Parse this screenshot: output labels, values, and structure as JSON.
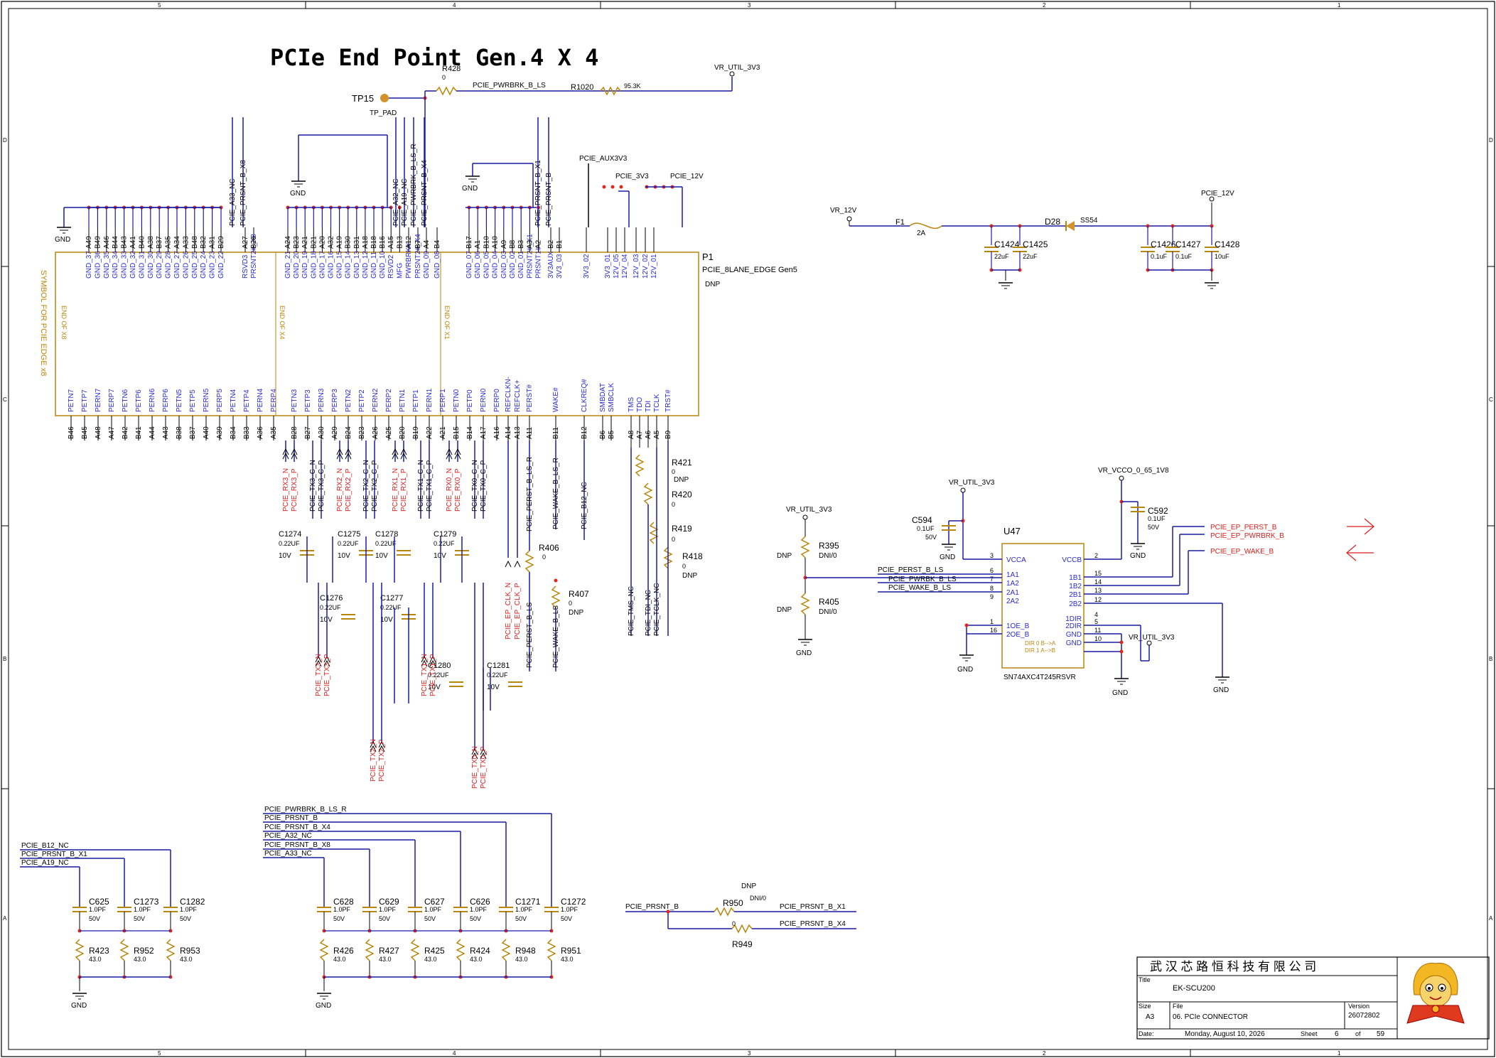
{
  "page_title": "PCIe End Point Gen.4 X 4",
  "border": {
    "cols": [
      "5",
      "4",
      "3",
      "2",
      "1"
    ],
    "rows": [
      "D",
      "C",
      "B",
      "A"
    ]
  },
  "colors": {
    "wire": "#1a1aa6",
    "part": "#b8860b",
    "pin_dot": "#e0261d",
    "net_red": "#d81e1e",
    "text": "#000000",
    "pin_label": "#2a2ad0"
  },
  "top_nets": {
    "r428": "R428",
    "r428_val": "0",
    "pwrbrk_net": "PCIE_PWRBRK_B_LS",
    "r1020": "R1020",
    "r1020_val": "95.3K",
    "vr_util": "VR_UTIL_3V3",
    "tp15": "TP15",
    "tp_pad": "TP_PAD"
  },
  "connector": {
    "ref": "P1",
    "part": "PCIE_8LANE_EDGE Gen5",
    "dnp": "DNP",
    "side_label": "SYMBOL FOR PCIE EDGE x8",
    "end_x8": "END OF X8",
    "end_x4": "END OF X4",
    "end_x1": "END OF X1",
    "top_pins": [
      "A49",
      "B49",
      "A46",
      "B44",
      "B43",
      "A41",
      "B40",
      "A38",
      "B37",
      "A35",
      "A34",
      "A33",
      "B48",
      "B32",
      "A31",
      "B29",
      "A27",
      "B26",
      "A24",
      "B23",
      "A21",
      "B21",
      "A20",
      "A32",
      "A19",
      "B30",
      "B31",
      "A18",
      "B18",
      "B16",
      "A15",
      "B13",
      "A12",
      "B7",
      "A4",
      "B4",
      "B17",
      "A1",
      "B10",
      "A10",
      "A9",
      "B8",
      "B3",
      "A3",
      "A2",
      "B2",
      "B1"
    ],
    "top_pin_names": [
      "GND_37",
      "GND_36",
      "GND_35",
      "GND_34",
      "GND_33",
      "GND_32",
      "GND_31",
      "GND_30",
      "GND_29",
      "GND_28",
      "GND_27",
      "GND_26",
      "GND_25",
      "GND_24",
      "GND_23",
      "GND_22",
      "RSVD3",
      "PRSNT2#_X8",
      "GND_21",
      "GND_20",
      "GND_19",
      "GND_18",
      "GND_17",
      "GND_16",
      "GND_15",
      "GND_14",
      "GND_13",
      "GND_12",
      "GND_11",
      "GND_10",
      "RSVD2",
      "MFG",
      "PWRBRK#",
      "PRSNT2#_X4",
      "GND_09",
      "GND_08",
      "GND_07",
      "GND_06",
      "GND_05",
      "GND_04",
      "GND_03",
      "GND_02",
      "GND_01",
      "PRSNT2#_X1",
      "PRSNT1#",
      "3V3AUX",
      "3V3_03",
      "3V3_02",
      "3V3_01",
      "12V_05",
      "12V_04",
      "12V_03",
      "12V_02",
      "12V_01"
    ],
    "top_nets": [
      "PCIE_A33_NC",
      "PCIE_PRSNT_B_X8",
      "PCIE_A32_NC",
      "PCIE_A19_NC",
      "PCIE_PWRBRK_B_LS_R",
      "PCIE_PRSNT_B_X4",
      "PCIE_PRSNT_B_X1",
      "PCIE_PRSNT_B"
    ],
    "bottom_pin_names": [
      "PETN7",
      "PETP7",
      "PERN7",
      "PERP7",
      "PETN6",
      "PETP6",
      "PERN6",
      "PERP6",
      "PETN5",
      "PETP5",
      "PERN5",
      "PERP5",
      "PETN4",
      "PETP4",
      "PERN4",
      "PERP4",
      "PETN3",
      "PETP3",
      "PERN3",
      "PERP3",
      "PETN2",
      "PETP2",
      "PERN2",
      "PERP2",
      "PETN1",
      "PETP1",
      "PERN1",
      "PERP1",
      "PETN0",
      "PETP0",
      "PERN0",
      "PERP0",
      "REFCLKN-",
      "REFCLK+",
      "PERST#",
      "WAKE#",
      "CLKREQ#",
      "SMBDAT",
      "SMBCLK",
      "TMS",
      "TDO",
      "TDI",
      "TCLK",
      "TRST#"
    ],
    "bottom_pins": [
      "B46",
      "B45",
      "A48",
      "A47",
      "B42",
      "B41",
      "A44",
      "A43",
      "B38",
      "B37",
      "A40",
      "A39",
      "B34",
      "B33",
      "A36",
      "A35",
      "B28",
      "B27",
      "A30",
      "A29",
      "B24",
      "B23",
      "A26",
      "A25",
      "B20",
      "B19",
      "A22",
      "A21",
      "B15",
      "B14",
      "A17",
      "A16",
      "A14",
      "A13",
      "A11",
      "B11",
      "B12",
      "B6",
      "B5",
      "A8",
      "A7",
      "A6",
      "A5",
      "B9"
    ],
    "gnd": "GND",
    "pcie_aux": "PCIE_AUX3V3",
    "pcie_3v3": "PCIE_3V3",
    "pcie_12v": "PCIE_12V"
  },
  "lanes": {
    "rx_nets": [
      "PCIE_RX3_N",
      "PCIE_RX3_P",
      "PCIE_TX3_C_N",
      "PCIE_TX3_C_P",
      "PCIE_RX2_N",
      "PCIE_RX2_P",
      "PCIE_TX2_C_N",
      "PCIE_TX2_C_P",
      "PCIE_RX1_N",
      "PCIE_RX1_P",
      "PCIE_TX1_C_N",
      "PCIE_TX1_C_P",
      "PCIE_RX0_N",
      "PCIE_RX0_P",
      "PCIE_TX0_C_N",
      "PCIE_TX0_C_P"
    ],
    "tx_nets": [
      "PCIE_TX3_N",
      "PCIE_TX3_P",
      "PCIE_TX2_N",
      "PCIE_TX2_P",
      "PCIE_TX1_N",
      "PCIE_TX1_P",
      "PCIE_TX0_N",
      "PCIE_TX0_P"
    ],
    "caps": [
      {
        "ref": "C1274",
        "val": "0.22UF",
        "v": "10V"
      },
      {
        "ref": "C1275",
        "val": "0.22UF",
        "v": "10V"
      },
      {
        "ref": "C1276",
        "val": "0.22UF",
        "v": "10V"
      },
      {
        "ref": "C1277",
        "val": "0.22UF",
        "v": "10V"
      },
      {
        "ref": "C1278",
        "val": "0.22UF",
        "v": "10V"
      },
      {
        "ref": "C1279",
        "val": "0.22UF",
        "v": "10V"
      },
      {
        "ref": "C1280",
        "val": "0.22UF",
        "v": "10V"
      },
      {
        "ref": "C1281",
        "val": "0.22UF",
        "v": "10V"
      }
    ],
    "clk_n": "PCIE_EP_CLK_N",
    "clk_p": "PCIE_EP_CLK_P",
    "perst_r": "PCIE_PERST_B_LS_R",
    "perst": "PCIE_PERST_B_LS",
    "wake_r": "PCIE_WAKE_B_LS_R",
    "wake": "PCIE_WAKE_B_LS",
    "b12_nc": "PCIE_B12_NC",
    "r406": "R406",
    "r406_val": "0",
    "r407": "R407",
    "r407_val": "0",
    "r407_dnp": "DNP",
    "tms_nc": "PCIE_TMS_NC",
    "tdi_nc": "PCIE_TDI_NC",
    "tclk_nc": "PCIE_TCLK_NC",
    "r421": "R421",
    "r421_val": "0",
    "r421_dnp": "DNP",
    "r420": "R420",
    "r420_val": "0",
    "r419": "R419",
    "r419_val": "0",
    "r418": "R418",
    "r418_val": "0",
    "r418_dnp": "DNP"
  },
  "power": {
    "vr_12v": "VR_12V",
    "f1": "F1",
    "f1_val": "2A",
    "d28": "D28",
    "d28_part": "SS54",
    "pcie_12v": "PCIE_12V",
    "caps": [
      {
        "ref": "C1424",
        "val": "22uF"
      },
      {
        "ref": "C1425",
        "val": "22uF"
      },
      {
        "ref": "C1426",
        "val": "0.1uF"
      },
      {
        "ref": "C1427",
        "val": "0.1uF"
      },
      {
        "ref": "C1428",
        "val": "10uF"
      }
    ]
  },
  "u47": {
    "ref": "U47",
    "part": "SN74AXC4T245RSVR",
    "vcca": "VCCA",
    "vccb": "VCCB",
    "left_pins": [
      {
        "num": "3",
        "name": "VCCA"
      },
      {
        "num": "6",
        "name": "1A1"
      },
      {
        "num": "7",
        "name": "1A2"
      },
      {
        "num": "8",
        "name": "2A1"
      },
      {
        "num": "9",
        "name": "2A2"
      },
      {
        "num": "1",
        "name": "1OE_B"
      },
      {
        "num": "16",
        "name": "2OE_B"
      }
    ],
    "right_pins": [
      {
        "num": "2",
        "name": "VCCB"
      },
      {
        "num": "15",
        "name": "1B1"
      },
      {
        "num": "14",
        "name": "1B2"
      },
      {
        "num": "13",
        "name": "2B1"
      },
      {
        "num": "12",
        "name": "2B2"
      },
      {
        "num": "4",
        "name": "1DIR"
      },
      {
        "num": "5",
        "name": "2DIR"
      },
      {
        "num": "11",
        "name": "GND"
      },
      {
        "num": "10",
        "name": "GND"
      }
    ],
    "dir_note_1": "DIR 0 B-->A",
    "dir_note_2": "DIR 1 A-->B",
    "vr_util_a": "VR_UTIL_3V3",
    "vr_util_b": "VR_UTIL_3V3",
    "vr_util_c": "VR_UTIL_3V3",
    "vr_vcco": "VR_VCCO_0_65_1V8",
    "c594": "C594",
    "c594_val": "0.1UF",
    "c594_v": "50V",
    "c592": "C592",
    "c592_val": "0.1UF",
    "c592_v": "50V",
    "r395": "R395",
    "r395_val": "DNI/0",
    "r395_dnp": "DNP",
    "r405": "R405",
    "r405_val": "DNI/0",
    "r405_dnp": "DNP",
    "in_nets": [
      "PCIE_PERST_B_LS",
      "PCIE_PWRBK_B_LS",
      "PCIE_WAKE_B_LS"
    ],
    "out_nets": [
      "PCIE_EP_PERST_B",
      "PCIE_EP_PWRBRK_B",
      "PCIE_EP_WAKE_B"
    ],
    "gnd": "GND"
  },
  "bottom_left": {
    "nets": [
      "PCIE_B12_NC",
      "PCIE_PRSNT_B_X1",
      "PCIE_A19_NC"
    ],
    "caps": [
      {
        "ref": "C625",
        "val": "1.0PF",
        "v": "50V"
      },
      {
        "ref": "C1273",
        "val": "1.0PF",
        "v": "50V"
      },
      {
        "ref": "C1282",
        "val": "1.0PF",
        "v": "50V"
      }
    ],
    "res": [
      {
        "ref": "R423",
        "val": "43.0"
      },
      {
        "ref": "R952",
        "val": "43.0"
      },
      {
        "ref": "R953",
        "val": "43.0"
      }
    ],
    "gnd": "GND"
  },
  "bottom_mid": {
    "nets": [
      "PCIE_PWRBRK_B_LS_R",
      "PCIE_PRSNT_B",
      "PCIE_PRSNT_B_X4",
      "PCIE_A32_NC",
      "PCIE_PRSNT_B_X8",
      "PCIE_A33_NC"
    ],
    "caps": [
      {
        "ref": "C628",
        "val": "1.0PF",
        "v": "50V"
      },
      {
        "ref": "C629",
        "val": "1.0PF",
        "v": "50V"
      },
      {
        "ref": "C627",
        "val": "1.0PF",
        "v": "50V"
      },
      {
        "ref": "C626",
        "val": "1.0PF",
        "v": "50V"
      },
      {
        "ref": "C1271",
        "val": "1.0PF",
        "v": "50V"
      },
      {
        "ref": "C1272",
        "val": "1.0PF",
        "v": "50V"
      }
    ],
    "res": [
      {
        "ref": "R426",
        "val": "43.0"
      },
      {
        "ref": "R427",
        "val": "43.0"
      },
      {
        "ref": "R425",
        "val": "43.0"
      },
      {
        "ref": "R424",
        "val": "43.0"
      },
      {
        "ref": "R948",
        "val": "43.0"
      },
      {
        "ref": "R951",
        "val": "43.0"
      }
    ],
    "gnd": "GND"
  },
  "prsnt_select": {
    "in": "PCIE_PRSNT_B",
    "r950": "R950",
    "r950_val": "DNI/0",
    "r950_dnp": "DNP",
    "r949": "R949",
    "r949_val": "0",
    "out1": "PCIE_PRSNT_B_X1",
    "out2": "PCIE_PRSNT_B_X4"
  },
  "title_block": {
    "company": "武 汉 芯 路 恒 科 技 有 限 公 司",
    "title_label": "Title",
    "title": "EK-SCU200",
    "size_label": "Size",
    "size": "A3",
    "file_label": "File",
    "file": "06. PCIe CONNECTOR",
    "version_label": "Version",
    "version": "26072802",
    "date_label": "Date:",
    "date": "Monday, August 10, 2026",
    "sheet_label": "Sheet",
    "sheet": "6",
    "of_label": "of",
    "total": "59"
  }
}
